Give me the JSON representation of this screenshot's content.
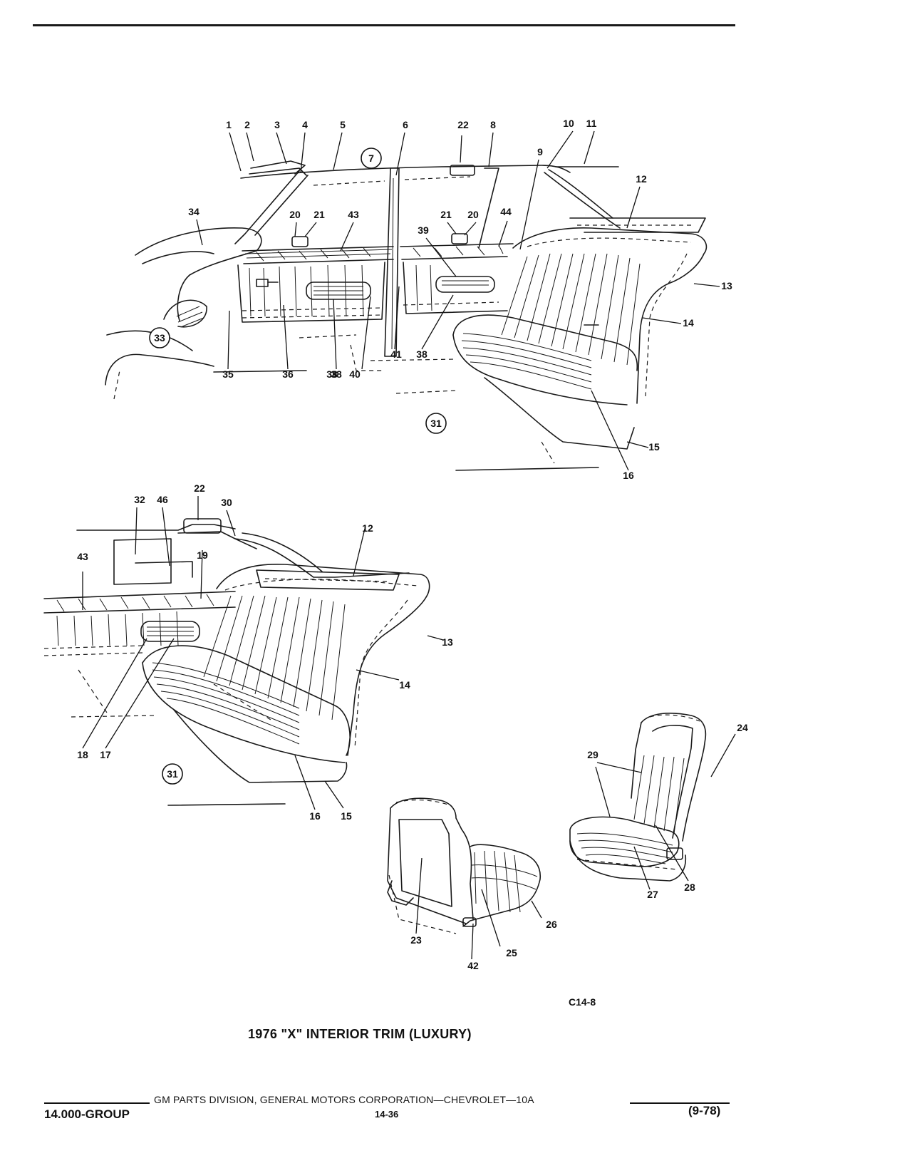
{
  "diagram": {
    "figure_code": "C14-8",
    "title": "1976 \"X\" INTERIOR TRIM (LUXURY)"
  },
  "footer": {
    "credit": "GM PARTS DIVISION, GENERAL MOTORS CORPORATION—CHEVROLET—10A",
    "group": "14.000-GROUP",
    "page": "14-36",
    "date": "(9-78)"
  },
  "callouts": {
    "upper": [
      "1",
      "2",
      "3",
      "4",
      "5",
      "6",
      "22",
      "8",
      "10",
      "11",
      "9",
      "12",
      "34",
      "20",
      "21",
      "43",
      "21",
      "20",
      "44",
      "39",
      "13",
      "14",
      "38",
      "41",
      "38",
      "35",
      "36",
      "38",
      "40",
      "15",
      "16"
    ],
    "upper_circled": [
      "7",
      "33",
      "31"
    ],
    "lower": [
      "22",
      "32",
      "46",
      "30",
      "12",
      "43",
      "19",
      "13",
      "14",
      "18",
      "17",
      "16",
      "15",
      "24",
      "29",
      "28",
      "27",
      "23",
      "25",
      "26",
      "42"
    ],
    "lower_circled": [
      "31"
    ]
  },
  "colors": {
    "ink": "#1a1a1a",
    "paper": "#ffffff"
  }
}
